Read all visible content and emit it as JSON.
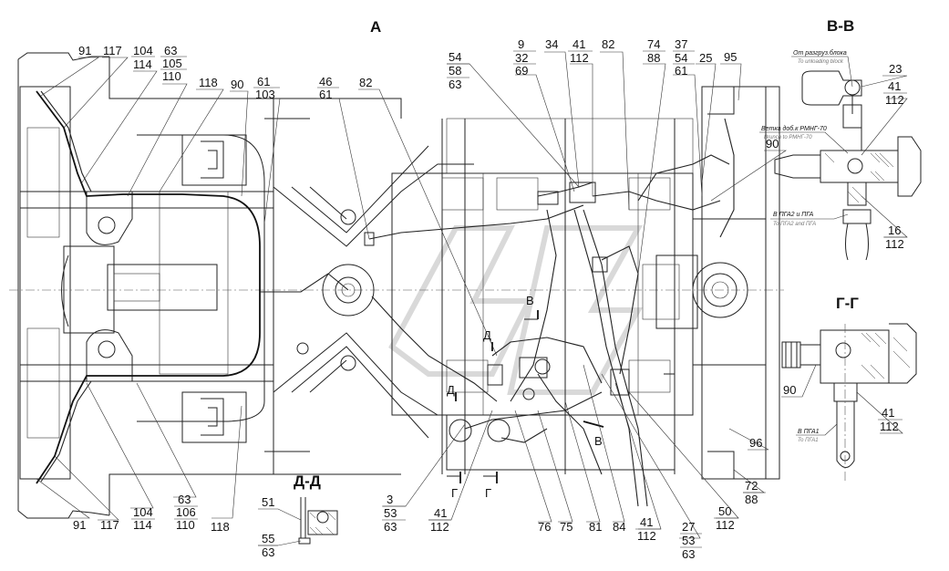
{
  "views": {
    "main": "А",
    "section_vv": "В-В",
    "section_gg": "Г-Г",
    "section_dd": "Д-Д"
  },
  "notes": {
    "from_unloader": "От разгруз.блока",
    "from_unloader_sub": "To unloading block",
    "branch_rmng": "Ветка доб.к РМНГ-70",
    "branch_rmng_sub": "Brunch to РМНГ-70",
    "to_pga2": "В ПГА2 и ПГА",
    "to_pga2_sub": "To ПГА2 and ПГА",
    "to_pga1": "В ПГА1",
    "to_pga1_sub": "To ПГА1"
  },
  "section_marks": [
    "В",
    "В",
    "Г",
    "Г",
    "Д",
    "Д"
  ],
  "callouts": {
    "c91a": "91",
    "c117a": "117",
    "c104a": "104",
    "c114a": "114",
    "c63a": "63",
    "c105": "105",
    "c110a": "110",
    "c118a": "118",
    "c90a": "90",
    "c61a": "61",
    "c103": "103",
    "c46": "46",
    "c61b": "61",
    "c82a": "82",
    "c54a": "54",
    "c58": "58",
    "c63b": "63",
    "c9": "9",
    "c32": "32",
    "c69": "69",
    "c34": "34",
    "c41a": "41",
    "c112a": "112",
    "c82b": "82",
    "c74": "74",
    "c88a": "88",
    "c37": "37",
    "c54b": "54",
    "c61c": "61",
    "c25": "25",
    "c95": "95",
    "c90b": "90",
    "c23": "23",
    "c41b": "41",
    "c112b": "112",
    "c16": "16",
    "c112c": "112",
    "c90c": "90",
    "c41c": "41",
    "c112d": "112",
    "c96": "96",
    "c72": "72",
    "c88b": "88",
    "c50": "50",
    "c112e": "112",
    "c27": "27",
    "c53a": "53",
    "c63c": "63",
    "c41d": "41",
    "c112f": "112",
    "c84": "84",
    "c81": "81",
    "c75": "75",
    "c76": "76",
    "c41e": "41",
    "c112g": "112",
    "c3": "3",
    "c53b": "53",
    "c63d": "63",
    "c118b": "118",
    "c63e": "63",
    "c106": "106",
    "c110b": "110",
    "c104b": "104",
    "c114b": "114",
    "c117b": "117",
    "c91b": "91",
    "c51": "51",
    "c55": "55",
    "c63f": "63"
  }
}
